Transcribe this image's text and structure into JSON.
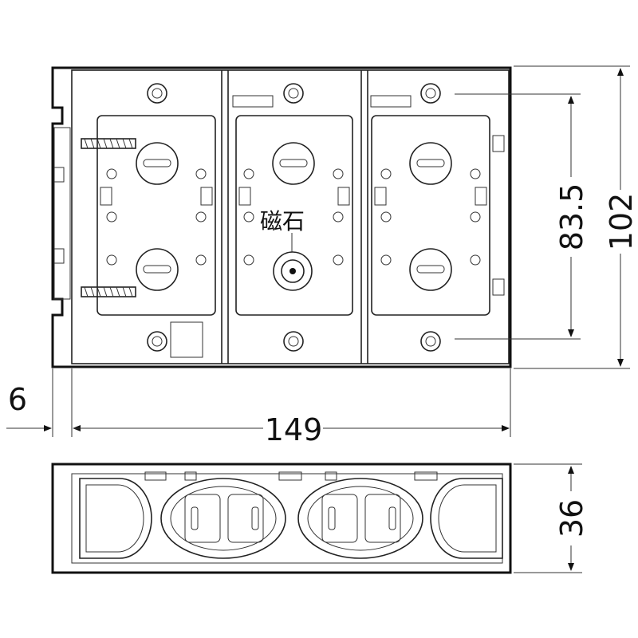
{
  "dimensions": {
    "left_offset": "6",
    "width": "149",
    "inner_height": "83.5",
    "height": "102",
    "depth": "36"
  },
  "annotations": {
    "magnet_label": "磁石"
  }
}
